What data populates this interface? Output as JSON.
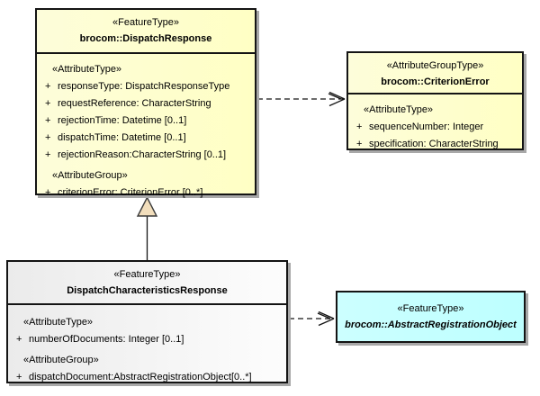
{
  "diagram": {
    "background_color": "#ffffff",
    "node_border_color": "#141414",
    "yellow_fill": "#ffffc8",
    "gray_fill": "#efefef",
    "cyan_fill": "#c2ffff",
    "generalization_arrow_fill": "#f2debc",
    "classes": [
      {
        "stereotype": "«FeatureType»",
        "name": "brocom::DispatchResponse",
        "fill": "#ffffc8",
        "rows": [
          {
            "prefix": "",
            "text": "«AttributeType»"
          },
          {
            "prefix": "+",
            "text": "responseType: DispatchResponseType"
          },
          {
            "prefix": "+",
            "text": "requestReference: CharacterString"
          },
          {
            "prefix": "+",
            "text": "rejectionTime: Datetime [0..1]"
          },
          {
            "prefix": "+",
            "text": "dispatchTime: Datetime [0..1]"
          },
          {
            "prefix": "+",
            "text": "rejectionReason:CharacterString [0..1]"
          },
          {
            "prefix": "",
            "text": "«AttributeGroup»"
          },
          {
            "prefix": "+",
            "text": "criterionError: CriterionError [0..*]"
          }
        ]
      },
      {
        "stereotype": "«AttributeGroupType»",
        "name": "brocom::CriterionError",
        "fill": "#ffffc8",
        "rows": [
          {
            "prefix": "",
            "text": "«AttributeType»"
          },
          {
            "prefix": "+",
            "text": "sequenceNumber: Integer"
          },
          {
            "prefix": "+",
            "text": "specification: CharacterString"
          }
        ]
      },
      {
        "stereotype": "«FeatureType»",
        "name": "DispatchCharacteristicsResponse",
        "fill": "#efefef",
        "rows": [
          {
            "prefix": "",
            "text": "«AttributeType»"
          },
          {
            "prefix": "+",
            "text": "numberOfDocuments: Integer [0..1]"
          },
          {
            "prefix": "",
            "text": "«AttributeGroup»"
          },
          {
            "prefix": "+",
            "text": "dispatchDocument:AbstractRegistrationObject[0..*]"
          }
        ]
      },
      {
        "stereotype": "«FeatureType»",
        "name": "brocom::AbstractRegistrationObject",
        "fill": "#c2ffff",
        "rows": []
      }
    ],
    "connectors": [
      {
        "type": "dependency",
        "from": "brocom::DispatchResponse",
        "to": "brocom::CriterionError",
        "line_style": "dashed",
        "arrow": "open"
      },
      {
        "type": "generalization",
        "from": "DispatchCharacteristicsResponse",
        "to": "brocom::DispatchResponse",
        "line_style": "solid",
        "arrow": "closed-triangle"
      },
      {
        "type": "dependency",
        "from": "DispatchCharacteristicsResponse",
        "to": "brocom::AbstractRegistrationObject",
        "line_style": "dashed",
        "arrow": "open"
      }
    ]
  }
}
